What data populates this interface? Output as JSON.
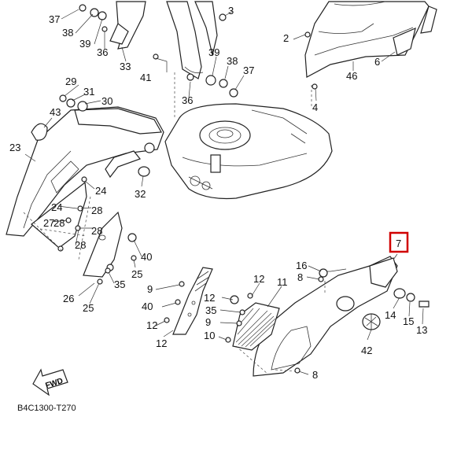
{
  "diagram": {
    "code": "B4C1300-T270",
    "fwd_label": "FWD",
    "highlight": {
      "label": "7",
      "color": "#d00000"
    },
    "callouts": [
      "37",
      "38",
      "39",
      "36",
      "33",
      "3",
      "2",
      "6",
      "46",
      "4",
      "41",
      "39",
      "38",
      "37",
      "36",
      "29",
      "31",
      "30",
      "43",
      "23",
      "32",
      "24",
      "24",
      "28",
      "28",
      "27",
      "28",
      "28",
      "40",
      "26",
      "25",
      "35",
      "25",
      "16",
      "8",
      "12",
      "11",
      "9",
      "12",
      "40",
      "35",
      "12",
      "9",
      "12",
      "10",
      "14",
      "15",
      "13",
      "42",
      "8"
    ]
  }
}
